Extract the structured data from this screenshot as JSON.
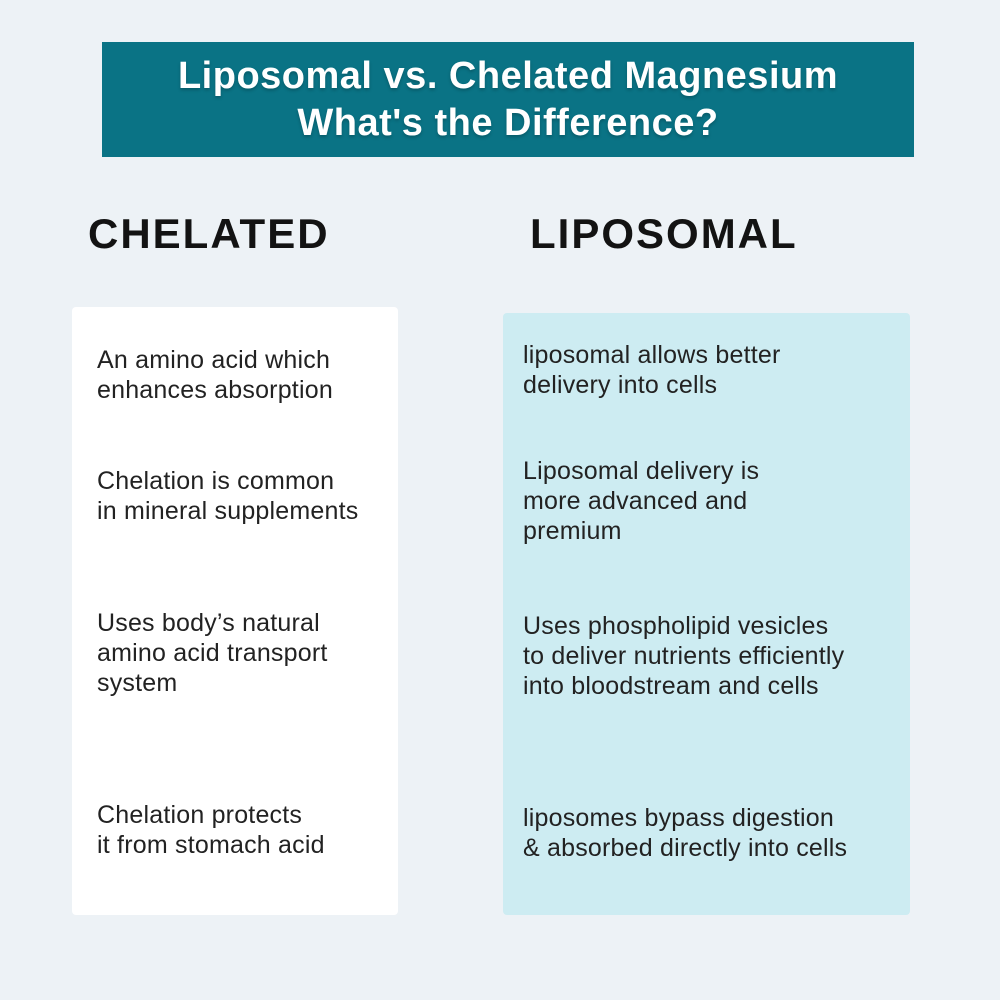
{
  "page": {
    "bg_color": "#edf2f6"
  },
  "banner": {
    "title": "Liposomal vs. Chelated Magnesium\nWhat's the Difference?",
    "bg_color": "#0a7385",
    "text_color": "#ffffff"
  },
  "columns": {
    "left": {
      "header": "CHELATED",
      "card_bg": "#ffffff",
      "items": [
        "An amino acid which\nenhances absorption",
        "Chelation is common\nin mineral supplements",
        "Uses body’s natural\namino acid transport\nsystem",
        "Chelation protects\nit from stomach acid"
      ]
    },
    "right": {
      "header": "LIPOSOMAL",
      "card_bg": "#cdecf2",
      "items": [
        "liposomal allows better\ndelivery into cells",
        "Liposomal delivery is\nmore advanced and\npremium",
        "Uses phospholipid vesicles\nto deliver nutrients efficiently\ninto bloodstream and cells",
        "liposomes bypass digestion\n& absorbed directly into cells"
      ]
    }
  }
}
